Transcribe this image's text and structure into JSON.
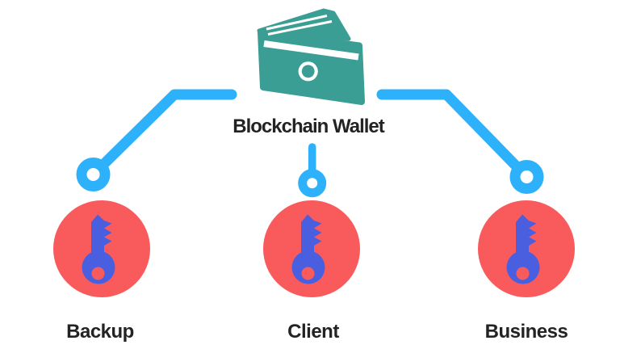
{
  "diagram": {
    "root": {
      "label": "Blockchain Wallet",
      "icon": "wallet-icon"
    },
    "children": [
      {
        "id": "backup",
        "label": "Backup",
        "icon": "key-icon"
      },
      {
        "id": "client",
        "label": "Client",
        "icon": "key-icon"
      },
      {
        "id": "business",
        "label": "Business",
        "icon": "key-icon"
      }
    ]
  },
  "icons": {
    "wallet": "wallet-icon",
    "wallet_glyph": "sync-cloud-icon",
    "child_node": "key-icon",
    "connector_end": "ring-node-icon"
  },
  "colors": {
    "background": "#ffffff",
    "connector_blue": "#2eb1fb",
    "wallet_teal": "#3a9e94",
    "node_red": "#f95b5c",
    "key_blue": "#4a5fe0",
    "text_dark": "#232323"
  }
}
